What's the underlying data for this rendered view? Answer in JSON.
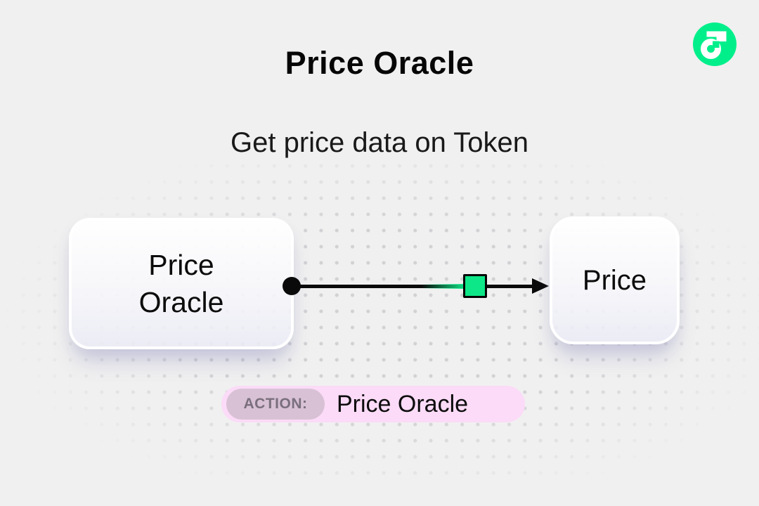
{
  "header": {
    "title": "Price Oracle",
    "subtitle": "Get price data on Token"
  },
  "logo": {
    "name": "Flow",
    "brand_green": "#00ef8b"
  },
  "diagram": {
    "source_node": {
      "lines": [
        "Price",
        "Oracle"
      ]
    },
    "target_node": {
      "label": "Price"
    },
    "connector": {
      "line_color": "#0a0a0a",
      "handle_color": "#0ee787"
    }
  },
  "action_badge": {
    "label": "ACTION:",
    "value": "Price Oracle",
    "badge_bg": "#fbdbf7",
    "label_bg": "#d8c1d5",
    "label_color": "#7a6f7d"
  },
  "canvas": {
    "background": "#f0f0f0",
    "dot_color": "#d2d2d5"
  }
}
